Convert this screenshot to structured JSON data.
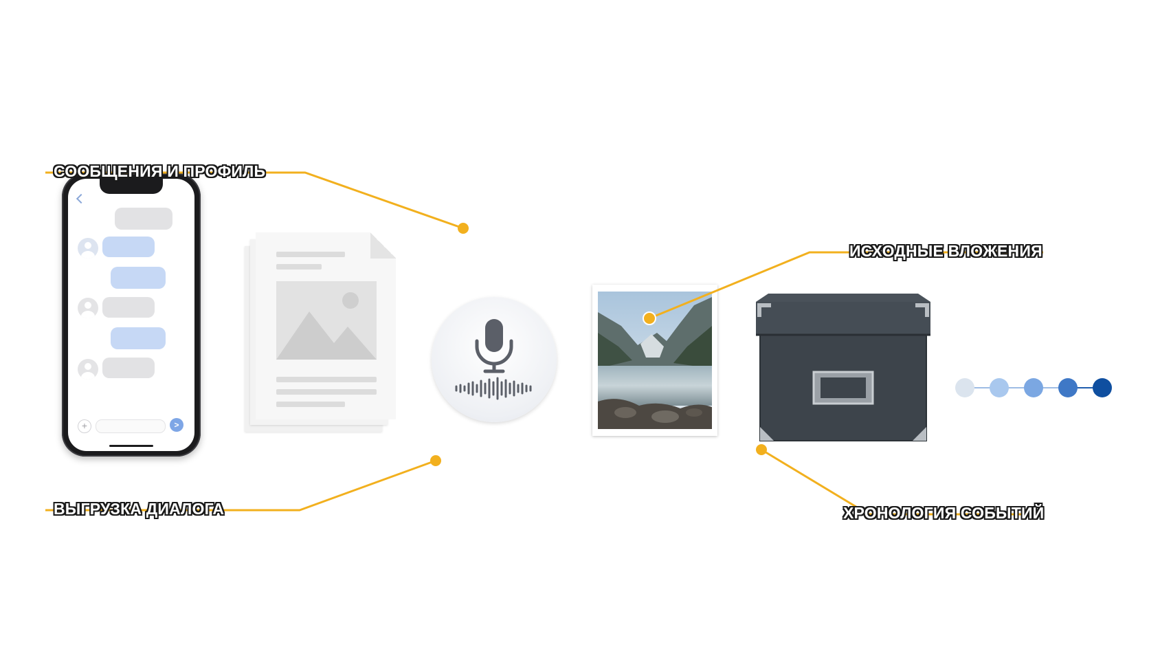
{
  "labels": {
    "messages_profile": "СООБЩЕНИЯ И ПРОФИЛЬ",
    "dialog_export": "ВЫГРУЗКА ДИАЛОГА",
    "source_attachments": "ИСХОДНЫЕ ВЛОЖЕНИЯ",
    "event_chronology": "ХРОНОЛОГИЯ СОБЫТИЙ"
  },
  "colors": {
    "callout": "#f2b01e",
    "label_text": "#ffffff",
    "label_outline": "#1a1a1a",
    "timeline": [
      "#dbe4ee",
      "#a9c8ee",
      "#7ba7e2",
      "#3f78c6",
      "#0f4fa0"
    ]
  },
  "icons": {
    "phone": "smartphone-chat-icon",
    "documents": "document-stack-icon",
    "voice": "microphone-waveform-icon",
    "photo": "landscape-photo-icon",
    "archive": "archive-box-icon",
    "timeline": "timeline-dots-icon"
  }
}
